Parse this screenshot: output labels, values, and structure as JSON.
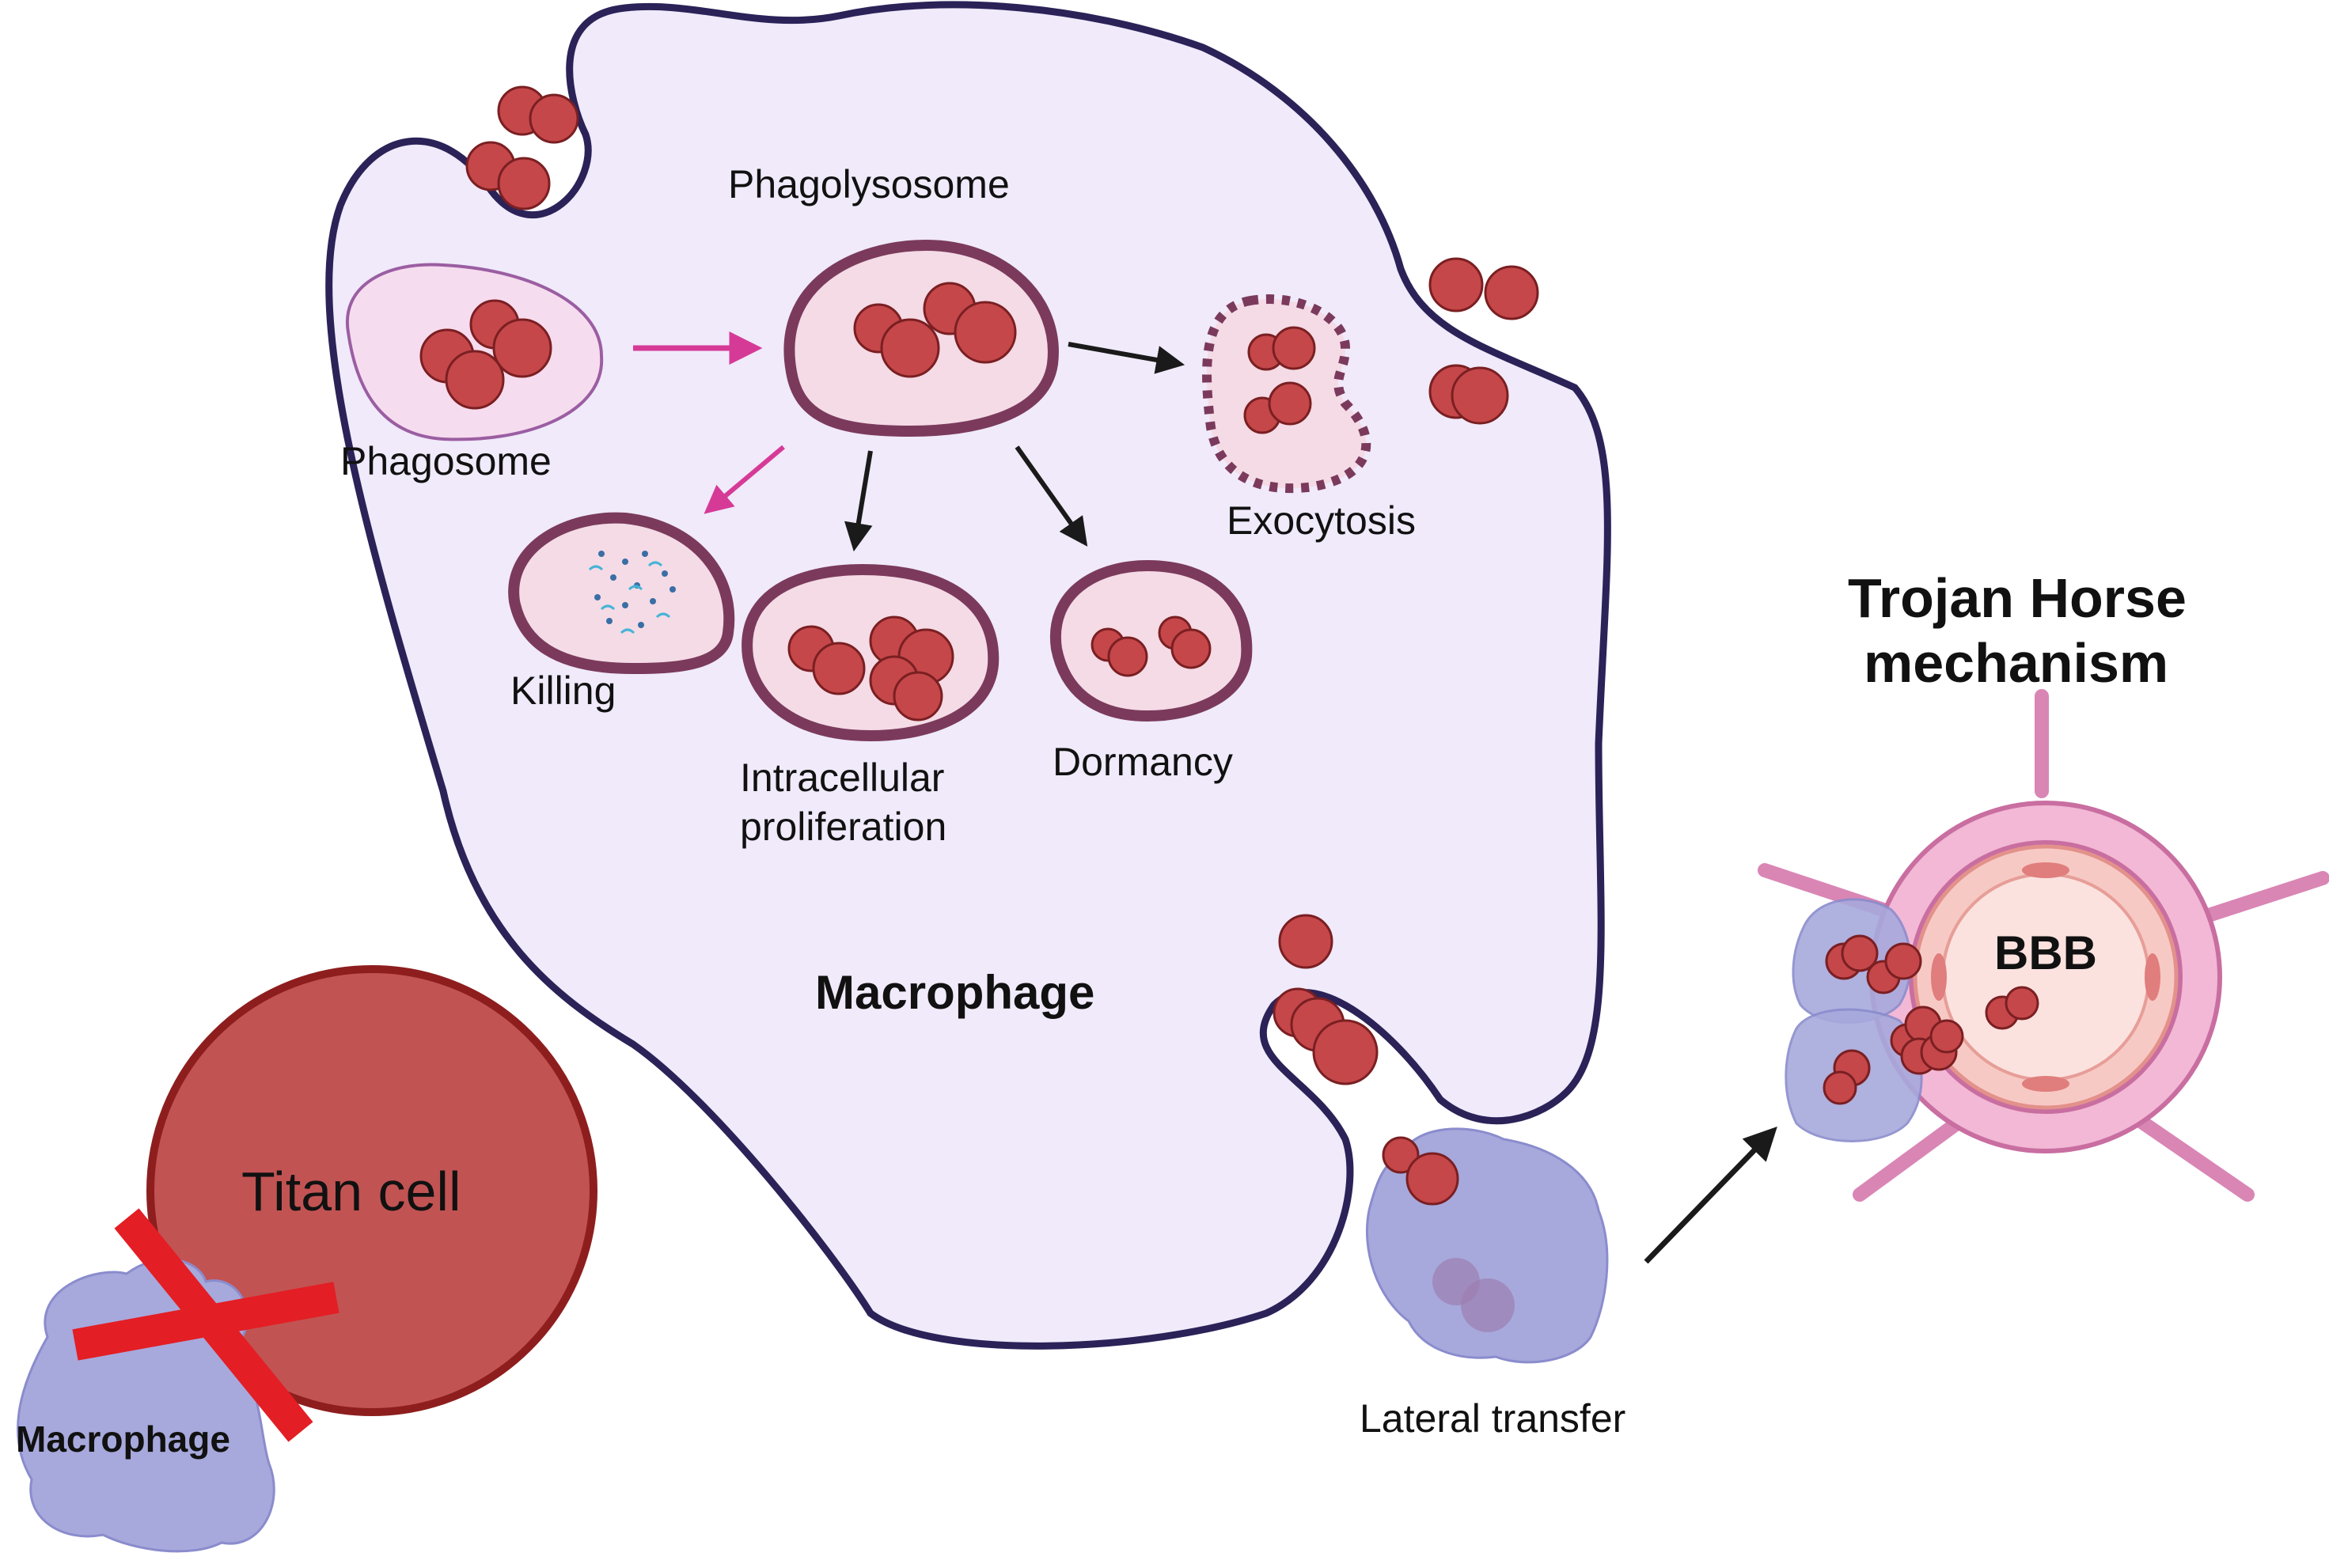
{
  "labels": {
    "phagolysosome": "Phagolysosome",
    "phagosome": "Phagosome",
    "exocytosis": "Exocytosis",
    "killing": "Killing",
    "intracellular_line1": "Intracellular",
    "intracellular_line2": "proliferation",
    "dormancy": "Dormancy",
    "macrophage_main": "Macrophage",
    "titan_cell": "Titan cell",
    "macrophage_small": "Macrophage",
    "lateral_transfer": "Lateral transfer",
    "trojan_line1": "Trojan Horse",
    "trojan_line2": "mechanism",
    "bbb": "BBB"
  },
  "colors": {
    "macrophage_fill": "#f0eafa",
    "macrophage_outline": "#2b2258",
    "cryptococcus": "#c5474a",
    "cryptococcus_outline": "#7a1f22",
    "vesicle_fill": "#f4dbe6",
    "vesicle_outline": "#7b3a5c",
    "phagosome_fill": "#f6dcef",
    "phagosome_outline": "#9b5ea2",
    "pink_arrow": "#d63a97",
    "black_arrow": "#1a1a1a",
    "titan_fill": "#c25353",
    "titan_outline": "#8e1e1e",
    "small_macrophage": "#a7a9dc",
    "red_cross": "#e31e24",
    "astrocyte": "#d986b5",
    "endothelium": "#f7c9c4"
  }
}
